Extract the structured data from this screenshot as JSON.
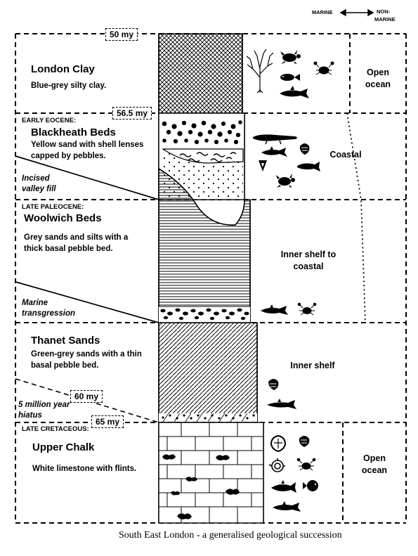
{
  "legend": {
    "left": "MARINE",
    "right_line1": "NON-",
    "right_line2": "MARINE"
  },
  "units": [
    {
      "name": "London Clay",
      "description": "Blue-grey silty clay.",
      "environment": "Open ocean"
    },
    {
      "epoch": "EARLY EOCENE:",
      "name": "Blackheath Beds",
      "description": "Yellow sand with shell lenses capped by pebbles.",
      "environment": "Coastal",
      "note": "Incised valley fill"
    },
    {
      "epoch": "LATE PALEOCENE:",
      "name": "Woolwich Beds",
      "description": "Grey sands and silts with a thick basal pebble bed.",
      "environment": "Inner shelf to coastal",
      "note": "Marine transgression"
    },
    {
      "name": "Thanet Sands",
      "description": "Green-grey sands with a thin basal pebble bed.",
      "environment": "Inner shelf",
      "note": "5 million year hiatus"
    },
    {
      "epoch": "LATE CRETACEOUS:",
      "name": "Upper Chalk",
      "description": "White limestone with flints.",
      "environment": "Open ocean"
    }
  ],
  "ages": {
    "a50": "50 my",
    "a56": "56.5 my",
    "a60": "60 my",
    "a65": "65 my"
  },
  "fossil_icons": [
    "tree-icon",
    "turtle-icon",
    "fish-icon",
    "crab-icon",
    "shark-icon",
    "crocodile-icon",
    "shell-icon",
    "tooth-icon",
    "ammonite-icon",
    "sea-urchin-icon"
  ],
  "caption": "South East London - a generalised geological succession"
}
